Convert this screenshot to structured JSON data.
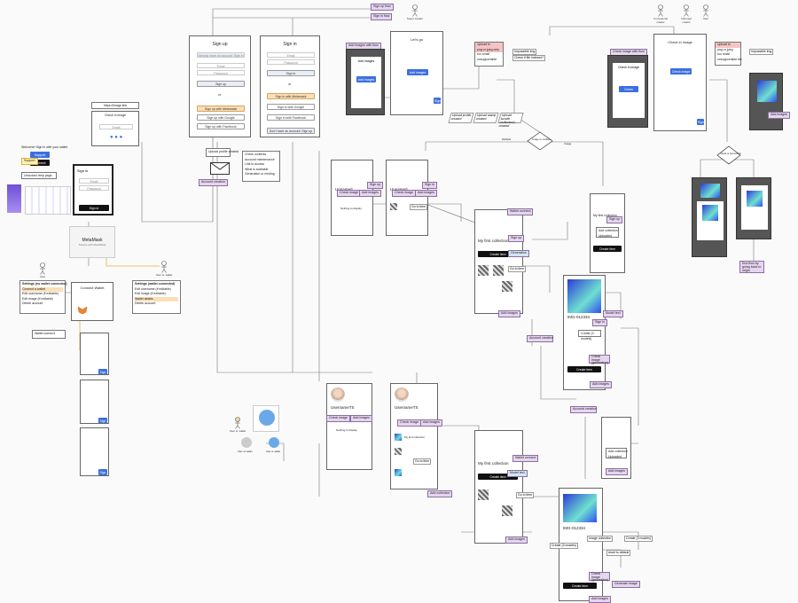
{
  "screens": {
    "signup": {
      "title": "Sign up",
      "have_account": "Already have an account: Sign in",
      "email": "Email",
      "password": "Password",
      "button": "Sign up",
      "or": "or",
      "metamask": "Sign up with Metamask",
      "google": "Sign up with Google",
      "facebook": "Sign up with Facebook"
    },
    "signin": {
      "title": "Sign in",
      "email": "Email",
      "password": "Password",
      "button": "Sign in",
      "or": "or",
      "metamask": "Sign in with Metamask",
      "google": "Sign in with Google",
      "facebook": "Sign in with Facebook",
      "no_account": "Don't have an account: Sign up"
    },
    "lets_go": {
      "title": "Let's go"
    },
    "add_images": {
      "title": "Add images"
    },
    "check_images": {
      "title": "Check in image"
    },
    "metamask": {
      "title": "MetaMask"
    },
    "profile_unnamed": {
      "name": "Unnamed",
      "nothing": "Nothing to display"
    },
    "profile_username": {
      "name": "UsernameTS",
      "nothing": "Nothing to display"
    },
    "collection": {
      "title": "My first collection",
      "title2": "My first collection"
    },
    "nft": {
      "id": "IMG-012334",
      "id2": "IMG-012334"
    },
    "connect_wallet": {
      "title": "Connect Wallet"
    }
  },
  "notes": {
    "sign_up_flow": "Sign up flow",
    "sign_in_flow": "Sign in flow",
    "add_images_with_flow": "Add images with flow",
    "check_image_with_flow": "Check image with flow",
    "account_creation": "Account creation",
    "account_creation_2": "Account creation",
    "account_creation_3": "Account creation",
    "sign_up_a": "Sign up",
    "sign_in_a": "Sign in",
    "check_image_a": "Check image",
    "add_images_a": "Add images",
    "check_image_b": "Check image",
    "add_images_b": "Add images",
    "wallet_connect": "Wallet connect",
    "add_images_c": "Add images",
    "add_images_d": "Add images",
    "add_images_e": "Add images",
    "model_text": "Model text",
    "generate_image": "Generate image",
    "add_collection": "Add collection",
    "connect_wallet_c": "Connect Wallet",
    "add_images_f": "Add images",
    "sign_up_b": "Sign up",
    "generation": "Generation",
    "add_images_g": "Add images",
    "create_image_g": "Check image (generation)",
    "add_images_h": "Add images",
    "sign_up_c": "Sign up",
    "end_flow": "End flow by going back to origin",
    "add_images_i": "Add images",
    "add_images_j": "Add images",
    "wallet_connect_b": "Wallet connect",
    "model_text_b": "Model text"
  },
  "cards": {
    "upload_img": {
      "rows": [
        "Upload to",
        "png or jpeg only",
        "too small",
        "unsupportable"
      ]
    },
    "upload_img2": {
      "rows": [
        "Upload to",
        "png or jpeg",
        "too small",
        "unsupportable file"
      ]
    },
    "req_options": [
      "Impossible img",
      "Check if file indexed?"
    ],
    "req_options2": [
      "Impossible img"
    ],
    "account_sections": [
      "Check contents",
      "Account maintenance",
      "Link to access",
      "What is available",
      "Generation or minting"
    ],
    "settings_no_wallet": {
      "title": "Settings (no wallet connected)",
      "rows": [
        "Connect a wallet",
        "Edit username (if editable)",
        "Edit image (if editable)",
        "Delete account"
      ]
    },
    "settings_wallet": {
      "title": "Settings (wallet connected)",
      "rows": [
        "Edit username (if editable)",
        "Edit image (if editable)",
        "Wallet details",
        "Delete account"
      ]
    },
    "upload_buttons": [
      "Upload profile created",
      "Upload stamp created",
      "Upload bundle (collection) created"
    ],
    "metamask_text": "Stream with MetaMask",
    "welcome": "Welcome! Sign in with your wallet",
    "support": "Support",
    "unlocked": "Unlocked Help page",
    "add_collection_btn": "Add collection",
    "upload_btn": "Uploaded",
    "image_coll": "Image collection",
    "create_3": "Create (3 models)",
    "reset_default": "reset to default",
    "go_to_item": "Go to item",
    "create_item": "Create item",
    "sign_user": "User w. wallet",
    "user_no_wallet": "User no wallet",
    "image_uploaded": "Image uploaded",
    "image_type": "Image type"
  },
  "diamonds": [
    "Image or multiple",
    "Image",
    "Check or Generation"
  ],
  "people": [
    "Super creator",
    "Commercial creator",
    "Informed creator",
    "User",
    "User",
    "User w. wallet"
  ],
  "edge_labels": [
    "Image",
    "Multiple"
  ],
  "misc": {
    "signup_email_placeholder": "Email",
    "mapping_title": "https://image.link"
  }
}
